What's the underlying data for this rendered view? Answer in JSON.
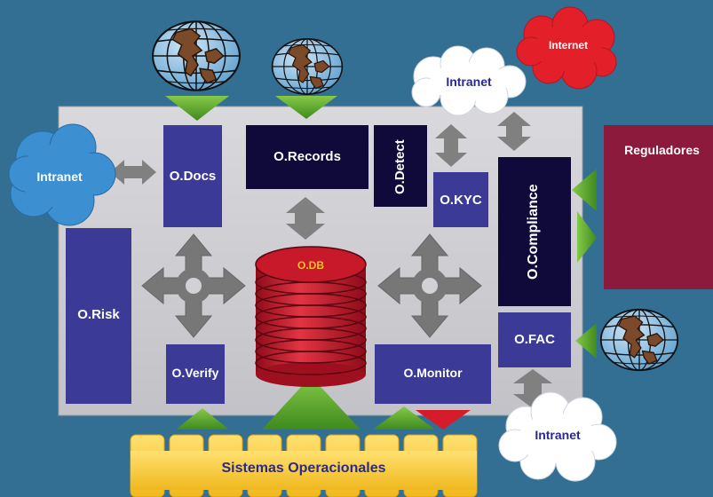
{
  "modules": {
    "docs": "O.Docs",
    "records": "O.Records",
    "detect": "O.Detect",
    "kyc": "O.KYC",
    "compliance": "O.Compliance",
    "risk": "O.Risk",
    "db": "O.DB",
    "verify": "O.Verify",
    "monitor": "O.Monitor",
    "fac": "O.FAC"
  },
  "external": {
    "intranet_left": "Intranet",
    "intranet_top": "Intranet",
    "intranet_bottom": "Intranet",
    "internet": "Internet",
    "reguladores": "Reguladores",
    "sistemas": "Sistemas Operacionales"
  },
  "colors": {
    "background": "#336f93",
    "panel": "#cfcfd3",
    "module_blue": "#3b3a96",
    "module_dark": "#100a3a",
    "db_red": "#c8192b",
    "regulators": "#8c1a3c",
    "sistemas_yellow": "#f5c62c",
    "cloud_blue": "#3c8fd0",
    "cloud_red": "#e3202a",
    "arrow_green": "#5aa230",
    "arrow_grey": "#7a7a7a"
  },
  "icons": [
    "globe-icon",
    "cloud-icon",
    "database-icon",
    "four-way-arrow-icon"
  ]
}
